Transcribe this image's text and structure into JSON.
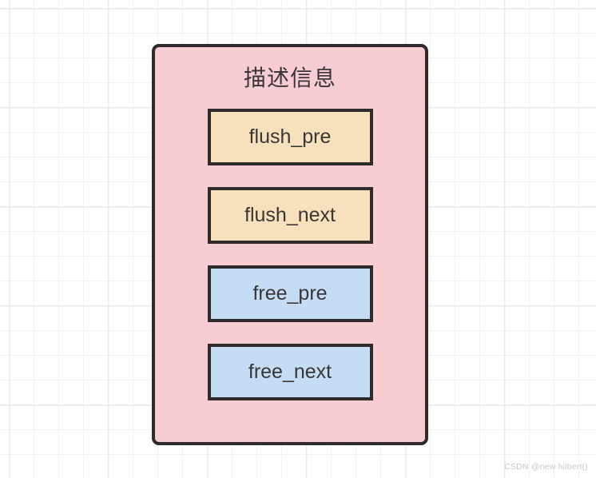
{
  "canvas": {
    "background": "#ffffff",
    "grid_color": "#f2f2f2",
    "grid_major_color": "#eaeaea"
  },
  "diagram": {
    "container": {
      "title": "描述信息",
      "fill": "#f7cdd3",
      "border": "#2f2b2b"
    },
    "fields": [
      {
        "label": "flush_pre",
        "group": "flush",
        "fill": "#f7e1bc",
        "border": "#2f2b2b"
      },
      {
        "label": "flush_next",
        "group": "flush",
        "fill": "#f7e1bc",
        "border": "#2f2b2b"
      },
      {
        "label": "free_pre",
        "group": "free",
        "fill": "#c5dcf5",
        "border": "#2f2b2b"
      },
      {
        "label": "free_next",
        "group": "free",
        "fill": "#c5dcf5",
        "border": "#2f2b2b"
      }
    ]
  },
  "watermark": {
    "text": "CSDN @new hilbert()",
    "color": "#c9c9c9"
  }
}
